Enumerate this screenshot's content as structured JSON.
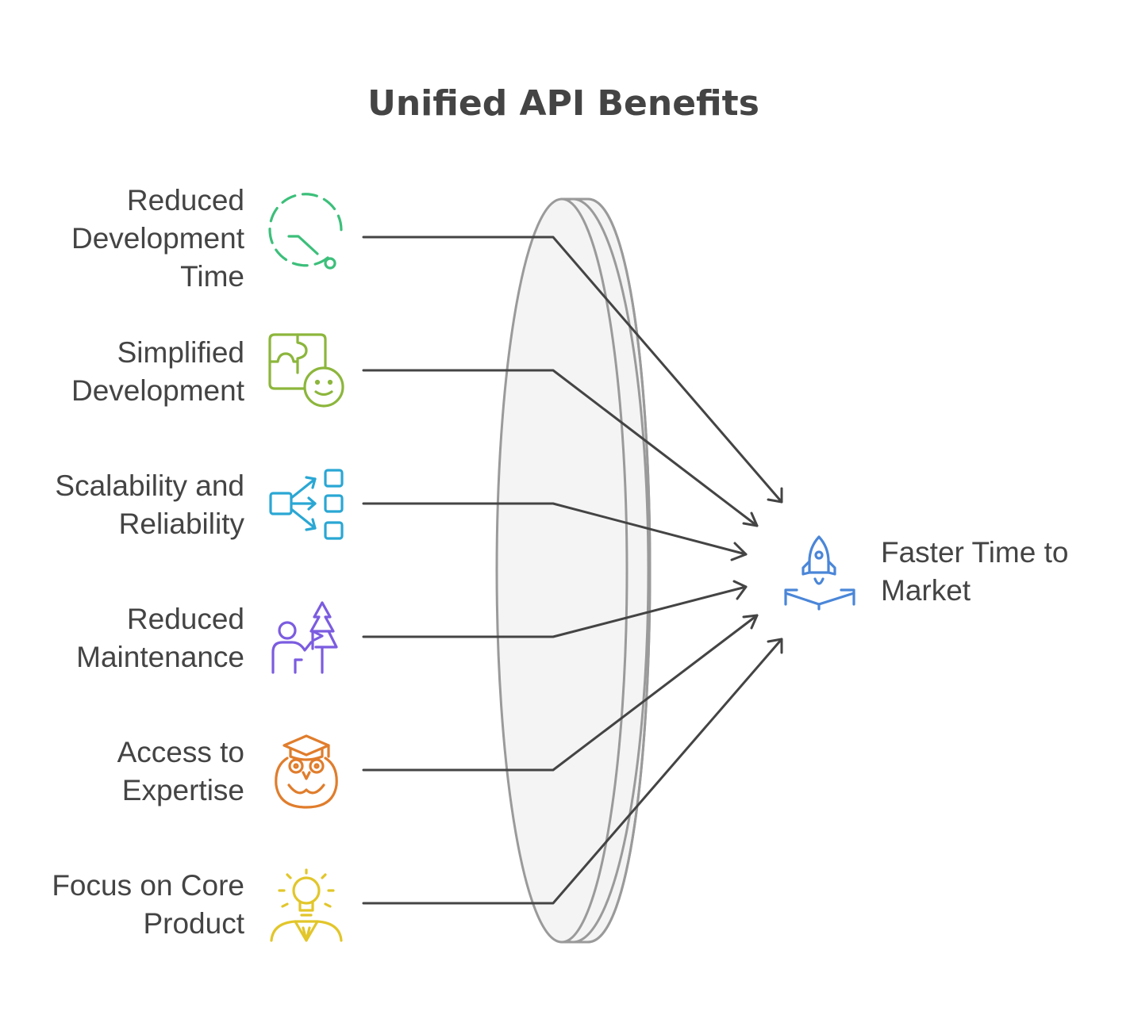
{
  "title": "Unified API Benefits",
  "inputs": [
    {
      "label": [
        "Reduced",
        "Development",
        "Time"
      ],
      "icon": "clock-icon",
      "color": "#3cbf7a"
    },
    {
      "label": [
        "Simplified",
        "Development"
      ],
      "icon": "puzzle-face-icon",
      "color": "#8cb63c"
    },
    {
      "label": [
        "Scalability and",
        "Reliability"
      ],
      "icon": "scale-out-icon",
      "color": "#2aa7d4"
    },
    {
      "label": [
        "Reduced",
        "Maintenance"
      ],
      "icon": "person-tree-icon",
      "color": "#7b5ce0"
    },
    {
      "label": [
        "Access to",
        "Expertise"
      ],
      "icon": "graduate-owl-icon",
      "color": "#e07d2c"
    },
    {
      "label": [
        "Focus on Core",
        "Product"
      ],
      "icon": "lightbulb-person-icon",
      "color": "#e2c62a"
    }
  ],
  "output": {
    "label": [
      "Faster Time to",
      "Market"
    ],
    "icon": "rocket-launch-icon",
    "color": "#4a86d8"
  },
  "lens": {
    "icon": "lens-shape",
    "fill": "#f4f4f4",
    "stroke": "#9a9a9a"
  }
}
